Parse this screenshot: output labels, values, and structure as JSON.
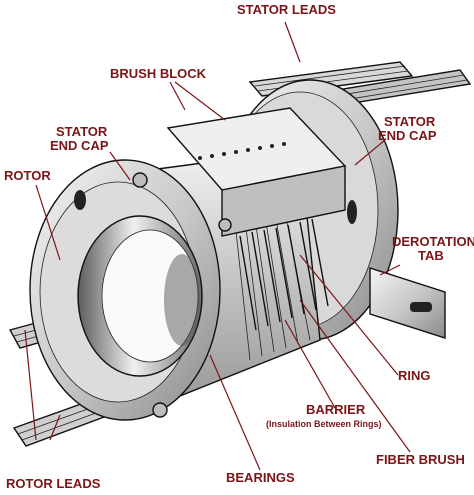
{
  "labels": {
    "stator_leads": "STATOR LEADS",
    "brush_block": "BRUSH BLOCK",
    "stator_end_cap_left_1": "STATOR",
    "stator_end_cap_left_2": "END CAP",
    "stator_end_cap_right_1": "STATOR",
    "stator_end_cap_right_2": "END CAP",
    "rotor": "ROTOR",
    "derotation_tab_1": "DEROTATION",
    "derotation_tab_2": "TAB",
    "ring": "RING",
    "barrier": "BARRIER",
    "barrier_note": "(Insulation Between Rings)",
    "fiber_brush": "FIBER BRUSH",
    "bearings": "BEARINGS",
    "rotor_leads": "ROTOR LEADS"
  },
  "colors": {
    "label": "#7a1518",
    "ink": "#111111",
    "metal_light": "#e8e8e8",
    "metal_mid": "#bdbdbd",
    "metal_dark": "#6e6e6e"
  }
}
